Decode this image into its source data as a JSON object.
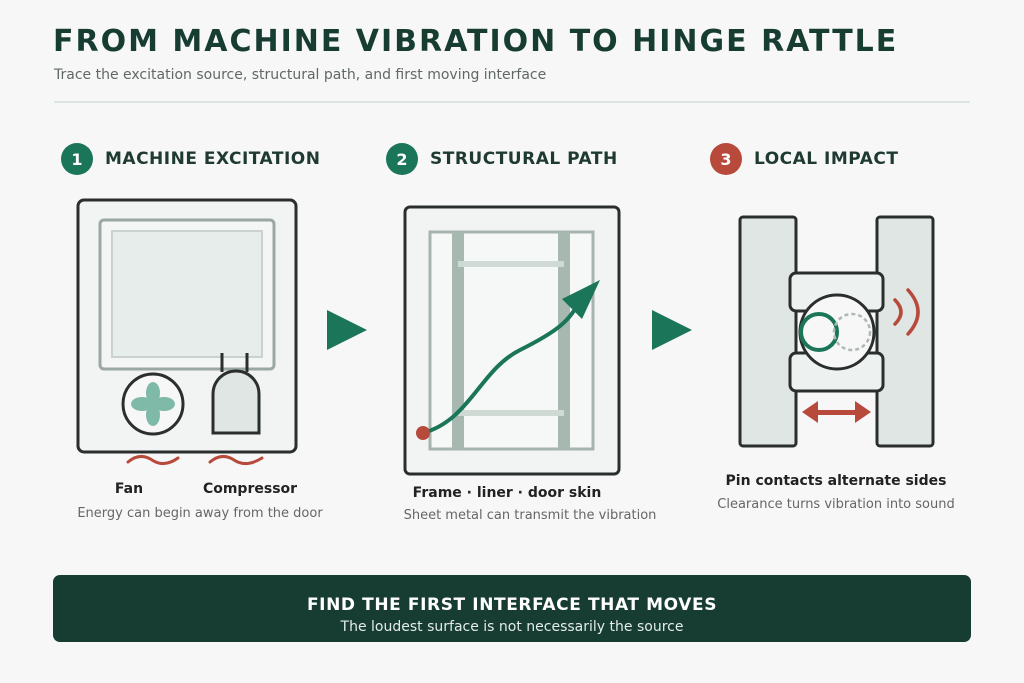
{
  "header": {
    "title": "FROM MACHINE VIBRATION TO HINGE RATTLE",
    "subtitle": "Trace the excitation source, structural path, and first moving interface"
  },
  "steps": [
    {
      "number": "1",
      "label": "MACHINE EXCITATION",
      "part_labels": [
        "Fan",
        "Compressor"
      ],
      "caption": "Energy can begin away from the door"
    },
    {
      "number": "2",
      "label": "STRUCTURAL PATH",
      "heading": "Frame · liner · door skin",
      "caption": "Sheet metal can transmit the vibration"
    },
    {
      "number": "3",
      "label": "LOCAL IMPACT",
      "heading": "Pin contacts alternate sides",
      "caption": "Clearance turns vibration into sound"
    }
  ],
  "banner": {
    "title": "FIND THE FIRST INTERFACE THAT MOVES",
    "subtitle": "The loudest surface is not necessarily the source"
  },
  "colors": {
    "dark_green": "#173d33",
    "accent_green": "#1a7559",
    "accent_red": "#b84a3c"
  }
}
